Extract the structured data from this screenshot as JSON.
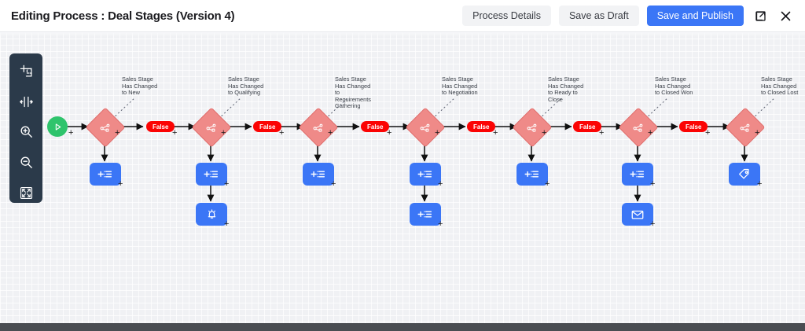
{
  "header": {
    "title": "Editing Process : Deal Stages (Version 4)",
    "buttons": [
      {
        "label": "Process Details",
        "style": "ghost",
        "name": "process-details-button"
      },
      {
        "label": "Save as Draft",
        "style": "ghost",
        "name": "save-as-draft-button"
      },
      {
        "label": "Save and Publish",
        "style": "primary",
        "name": "save-and-publish-button"
      }
    ],
    "icons": [
      {
        "name": "open-external-icon"
      },
      {
        "name": "close-icon"
      }
    ]
  },
  "toolbar": {
    "items": [
      {
        "name": "fit-selection-icon",
        "label": "Fit to selection"
      },
      {
        "name": "distribute-horizontal-icon",
        "label": "Distribute horizontally"
      },
      {
        "name": "zoom-in-icon",
        "label": "Zoom in"
      },
      {
        "name": "zoom-out-icon",
        "label": "Zoom out"
      },
      {
        "name": "fit-screen-icon",
        "label": "Fit to screen"
      }
    ]
  },
  "flow": {
    "start": {
      "name": "start-node",
      "icon": "play-icon"
    },
    "false_label": "False",
    "branches": [
      {
        "id": 1,
        "condition": "Sales Stage\nHas Changed\nto New",
        "decision_icon": "decision-node-icon",
        "false_label": "False",
        "actions": [
          {
            "icon": "create-record-icon"
          }
        ]
      },
      {
        "id": 2,
        "condition": "Sales Stage\nHas Changed\nto Qualifying",
        "decision_icon": "decision-node-icon",
        "false_label": "False",
        "actions": [
          {
            "icon": "create-record-icon"
          },
          {
            "icon": "notification-bell-icon"
          }
        ]
      },
      {
        "id": 3,
        "condition": "Sales Stage\nHas Changed\nto\nRequirements\nGathering",
        "decision_icon": "decision-node-icon",
        "false_label": "False",
        "actions": [
          {
            "icon": "create-record-icon"
          }
        ]
      },
      {
        "id": 4,
        "condition": "Sales Stage\nHas Changed\nto Negotiation",
        "decision_icon": "decision-node-icon",
        "false_label": "False",
        "actions": [
          {
            "icon": "create-record-icon"
          },
          {
            "icon": "create-record-icon"
          }
        ]
      },
      {
        "id": 5,
        "condition": "Sales Stage\nHas Changed\nto Ready to\nClose",
        "decision_icon": "decision-node-icon",
        "false_label": "False",
        "actions": [
          {
            "icon": "create-record-icon"
          }
        ]
      },
      {
        "id": 6,
        "condition": "Sales Stage\nHas Changed\nto Closed Won",
        "decision_icon": "decision-node-icon",
        "false_label": "False",
        "actions": [
          {
            "icon": "create-record-icon"
          },
          {
            "icon": "email-icon"
          }
        ]
      },
      {
        "id": 7,
        "condition": "Sales Stage\nHas Changed\nto Closed Lost",
        "decision_icon": "decision-node-icon",
        "false_label": "",
        "actions": [
          {
            "icon": "tag-icon"
          }
        ]
      }
    ],
    "add_handle_label": "+"
  },
  "colors": {
    "accent": "#3b76f6",
    "decision": "#ef8a88",
    "false": "#fb0404",
    "start": "#2fc46c",
    "rail": "#2b3a4a",
    "canvas": "#f0f1f4"
  }
}
